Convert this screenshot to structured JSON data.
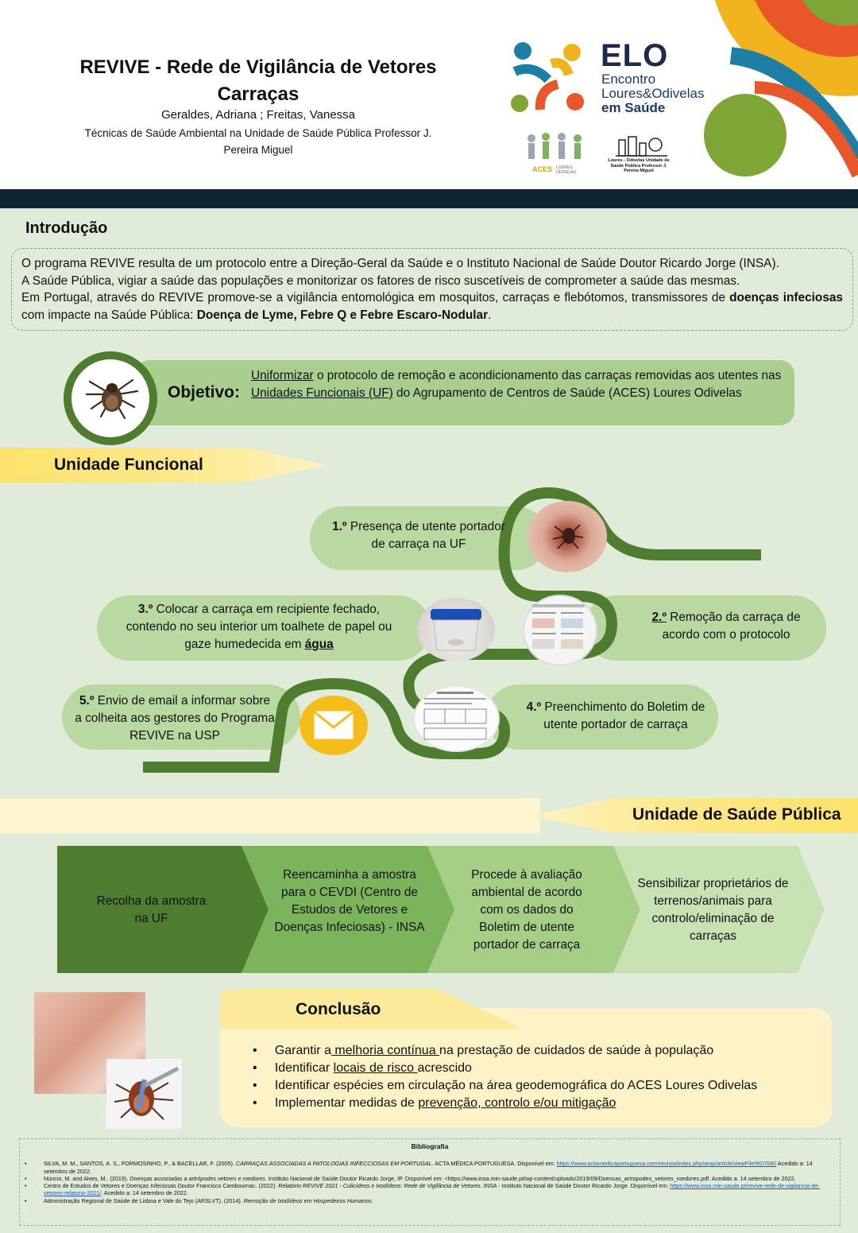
{
  "header": {
    "title_line1": "REVIVE - Rede de Vigilância de Vetores",
    "title_line2": "Carraças",
    "authors": "Geraldes, Adriana  ; Freitas, Vanessa",
    "affiliation": "Técnicas de Saúde Ambiental na Unidade de Saúde Pública Professor J. Pereira Miguel",
    "elo_big": "ELO",
    "elo_line1": "Encontro",
    "elo_line2": "Loures&Odivelas",
    "elo_line3": "em Saúde",
    "aces_label": "ACES",
    "aces_sub": "LOURES ODIVELAS",
    "usp_logo_text": "Loures - Odivelas Unidade de Saúde Pública Professor J. Pereira Miguel"
  },
  "intro": {
    "heading": "Introdução",
    "p1": "O programa REVIVE resulta de um protocolo entre a Direção-Geral da Saúde e o Instituto Nacional de Saúde Doutor Ricardo Jorge (INSA).",
    "p2": "A Saúde Pública, vigiar a saúde das populações e monitorizar os fatores de risco suscetíveis de comprometer a saúde das mesmas.",
    "p3a": "Em Portugal, através do REVIVE promove-se a vigilância entomológica em mosquitos, carraças e flebótomos, transmissores de ",
    "p3b": "doenças infeciosas",
    "p3c": " com impacte na Saúde Pública: ",
    "p3d": "Doença de Lyme, Febre Q e Febre Escaro-Nodular",
    "p3e": "."
  },
  "objective": {
    "label": "Objetivo:",
    "t1": "Uniformizar",
    "t2": " o protocolo de remoção e acondicionamento das carraças removidas aos utentes nas ",
    "t3": "Unidades Funcionais (UF)",
    "t4": " do Agrupamento de Centros de Saúde (ACES) Loures Odivelas"
  },
  "uf": {
    "heading": "Unidade Funcional",
    "s1_num": "1.º",
    "s1_text": " Presença de utente portador de carraça na UF",
    "s2_num": "2.º",
    "s2_text": " Remoção da carraça de acordo com o protocolo",
    "s3_num": "3.º",
    "s3_text_a": " Colocar a carraça em recipiente fechado, contendo no seu interior um toalhete de papel ou gaze humedecida em ",
    "s3_text_b": "água",
    "s4_num": "4.º",
    "s4_text": " Preenchimento do Boletim de utente portador de carraça",
    "s5_num": "5.º",
    "s5_text": " Envio de email a informar sobre a colheita aos gestores do Programa REVIVE na USP"
  },
  "usp": {
    "heading": "Unidade de Saúde Pública",
    "steps": [
      "Recolha da amostra na UF",
      "Reencaminha a amostra para o CEVDI  (Centro de Estudos de Vetores e Doenças Infeciosas) - INSA",
      "Procede à avaliação ambiental de acordo com os dados do Boletim de utente portador de carraça",
      "Sensibilizar proprietários de terrenos/animais para controlo/eliminação  de carraças"
    ]
  },
  "conclusion": {
    "heading": "Conclusão",
    "b1a": "Garantir a",
    "b1b": " melhoria contínua ",
    "b1c": "na prestação de cuidados de saúde à população",
    "b2a": "Identificar ",
    "b2b": "locais de risco ",
    "b2c": "acrescido",
    "b3": "Identificar espécies em circulação na área geodemográfica do ACES Loures Odivelas",
    "b4a": "Implementar medidas de ",
    "b4b": "prevenção, controlo e/ou mitigação"
  },
  "bibliography": {
    "heading": "Bibliografia",
    "r1a": "SILVA, M. M., SANTOS, A. S., FORMOSINHO, P., & BACELLAR, F. (2005). ",
    "r1b": "CARRAÇAS ASSOCIADAS A PATOLOGIAS INFECCIOSAS EM PORTUGAL.",
    "r1c": " ACTA MÉDICA PORTUGUESA. Disponível em: ",
    "r1link": "https://www.actamedicaportuguesa.com/revista/index.php/amp/article/viewFile/907/580",
    "r1d": " Acedido a: 14 setembro de 2022.",
    "r2a": "Núncio, M. and Alves, M.. (2019). ",
    "r2b": "Doenças associadas a artrópodes vetores e roedores",
    "r2c": ". Instituto Nacional de Saúde Doutor Ricardo Jorge, IP. Disponível em: <https://www.insa.min-saude.pt/wp-content/uploads/2019/09/Doencas_artropodes_vetores_roedores.pdf. Acedido a: 14 setembro de 2022.",
    "r3a": "Centro de Estudos de Vetores e Doenças Infeciosas Doutor Francisco Cambournac. (2022). ",
    "r3b": "Relatório REVIVE 2021 - Culicídeos e Ixodídeos: Rede de Vigilância de Vetores",
    "r3c": ". INSA - Instituto Nacional de Saúde Doutor Ricardo Jorge. Disponível em: ",
    "r3link": "https://www.insa.min-saude.pt/revive-rede-de-vigilancia-de-vetores-relatorio-2021/",
    "r3d": ". Acedido a: 14 setembro de 2022.",
    "r4a": "Administração Regional de Saúde de Lisboa e Vale do Tejo (ARSLVT). (2014). ",
    "r4b": "Remoção de Ixodídeos em Hospedeiros Humanos",
    "r4c": "."
  },
  "colors": {
    "dark_green": "#4f7d2f",
    "mid_green": "#7bb45a",
    "light_green": "#b9d9a1",
    "yellow": "#fce36b",
    "navy": "#0f2630"
  }
}
